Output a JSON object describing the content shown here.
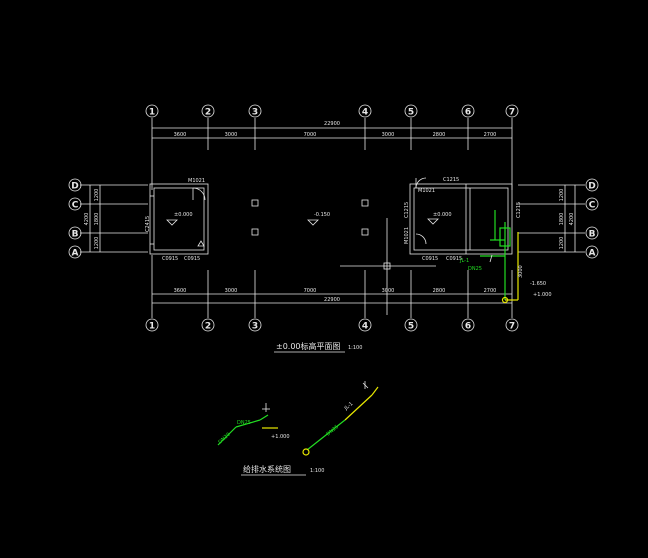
{
  "plan": {
    "axes_top": [
      "1",
      "2",
      "3",
      "4",
      "5",
      "6",
      "7"
    ],
    "axes_bottom": [
      "1",
      "2",
      "3",
      "4",
      "5",
      "6",
      "7"
    ],
    "axes_left": [
      "D",
      "C",
      "B",
      "A"
    ],
    "axes_right": [
      "D",
      "C",
      "B",
      "A"
    ],
    "dims_top": [
      "3600",
      "3000",
      "7000",
      "3000",
      "2800",
      "2700"
    ],
    "dims_bottom": [
      "3600",
      "3000",
      "7000",
      "3000",
      "2800",
      "2700"
    ],
    "overall_top": "22900",
    "overall_bottom": "22900",
    "dims_left": [
      "1200",
      "1800",
      "1200"
    ],
    "overall_left": "4200",
    "dims_right": [
      "1200",
      "1800",
      "1200"
    ],
    "overall_right": "4200",
    "levels": [
      "±0.000",
      "-0.150",
      "±0.000"
    ],
    "tags": [
      "M1021",
      "C0915",
      "C0915",
      "C2415",
      "M1021",
      "C1215",
      "C1215",
      "C1215",
      "M1021",
      "C0915",
      "C0915",
      "DN25",
      "JL-1",
      "-1.650",
      "+1.000",
      "3000"
    ],
    "title": "±0.00标高平面图",
    "scale": "1:100"
  },
  "system": {
    "title": "给排水系统图",
    "scale": "1:100",
    "labels": [
      "DN20",
      "+1.000",
      "DN25",
      "DN25",
      "JL-1"
    ]
  }
}
